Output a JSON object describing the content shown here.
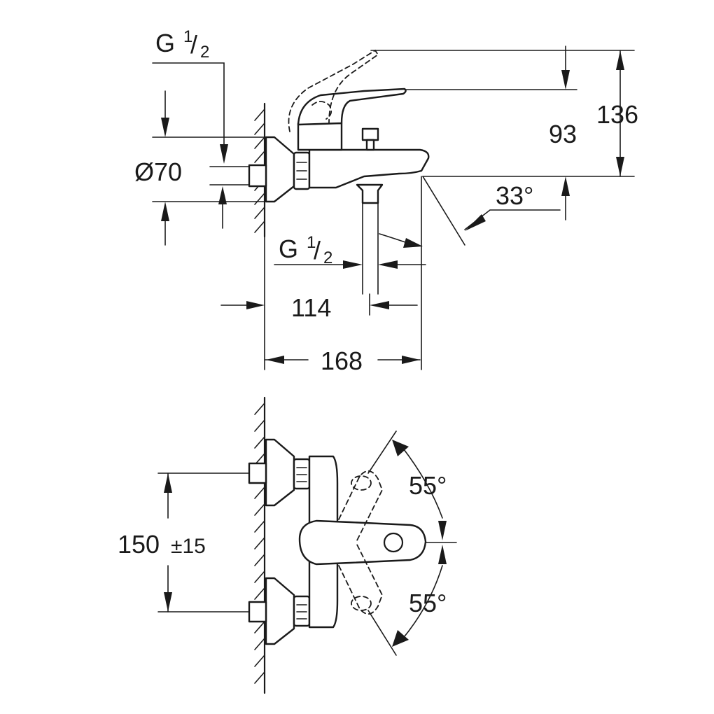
{
  "side_view": {
    "inlet_thread_top": {
      "letter": "G",
      "numerator": "1",
      "slash": "/",
      "denominator": "2"
    },
    "escutcheon_diameter": "Ø70",
    "outlet_thread": {
      "letter": "G",
      "numerator": "1",
      "slash": "/",
      "denominator": "2"
    },
    "outlet_offset": "114",
    "total_projection": "168",
    "handle_height": "93",
    "total_height": "136",
    "spout_angle": "33°"
  },
  "top_view": {
    "inlet_spacing": "150",
    "inlet_tolerance": "±15",
    "lever_angle_up": "55°",
    "lever_angle_down": "55°"
  }
}
